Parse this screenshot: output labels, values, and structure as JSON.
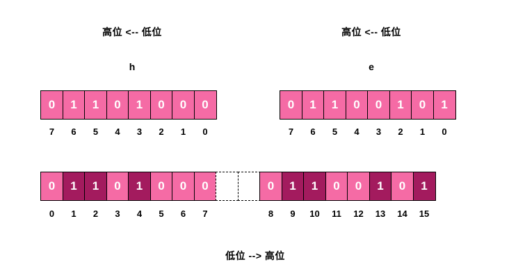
{
  "colors": {
    "background": "#ffffff",
    "bit_fill": "#f56ba5",
    "bit_fill_set": "#a31b5e",
    "border": "#000000",
    "text": "#000000",
    "bit_text": "#ffffff"
  },
  "top_left": {
    "direction_label": "高位 <-- 低位",
    "char_label": "h",
    "bits": [
      "0",
      "1",
      "1",
      "0",
      "1",
      "0",
      "0",
      "0"
    ],
    "indices": [
      "7",
      "6",
      "5",
      "4",
      "3",
      "2",
      "1",
      "0"
    ]
  },
  "top_right": {
    "direction_label": "高位 <-- 低位",
    "char_label": "e",
    "bits": [
      "0",
      "1",
      "1",
      "0",
      "0",
      "1",
      "0",
      "1"
    ],
    "indices": [
      "7",
      "6",
      "5",
      "4",
      "3",
      "2",
      "1",
      "0"
    ]
  },
  "combined": {
    "footer_label": "低位 --> 高位",
    "left_bits": [
      "0",
      "1",
      "1",
      "0",
      "1",
      "0",
      "0",
      "0"
    ],
    "left_indices": [
      "0",
      "1",
      "2",
      "3",
      "4",
      "5",
      "6",
      "7"
    ],
    "spacer_count": 2,
    "right_bits": [
      "0",
      "1",
      "1",
      "0",
      "0",
      "1",
      "0",
      "1"
    ],
    "right_indices": [
      "8",
      "9",
      "10",
      "11",
      "12",
      "13",
      "14",
      "15"
    ]
  }
}
